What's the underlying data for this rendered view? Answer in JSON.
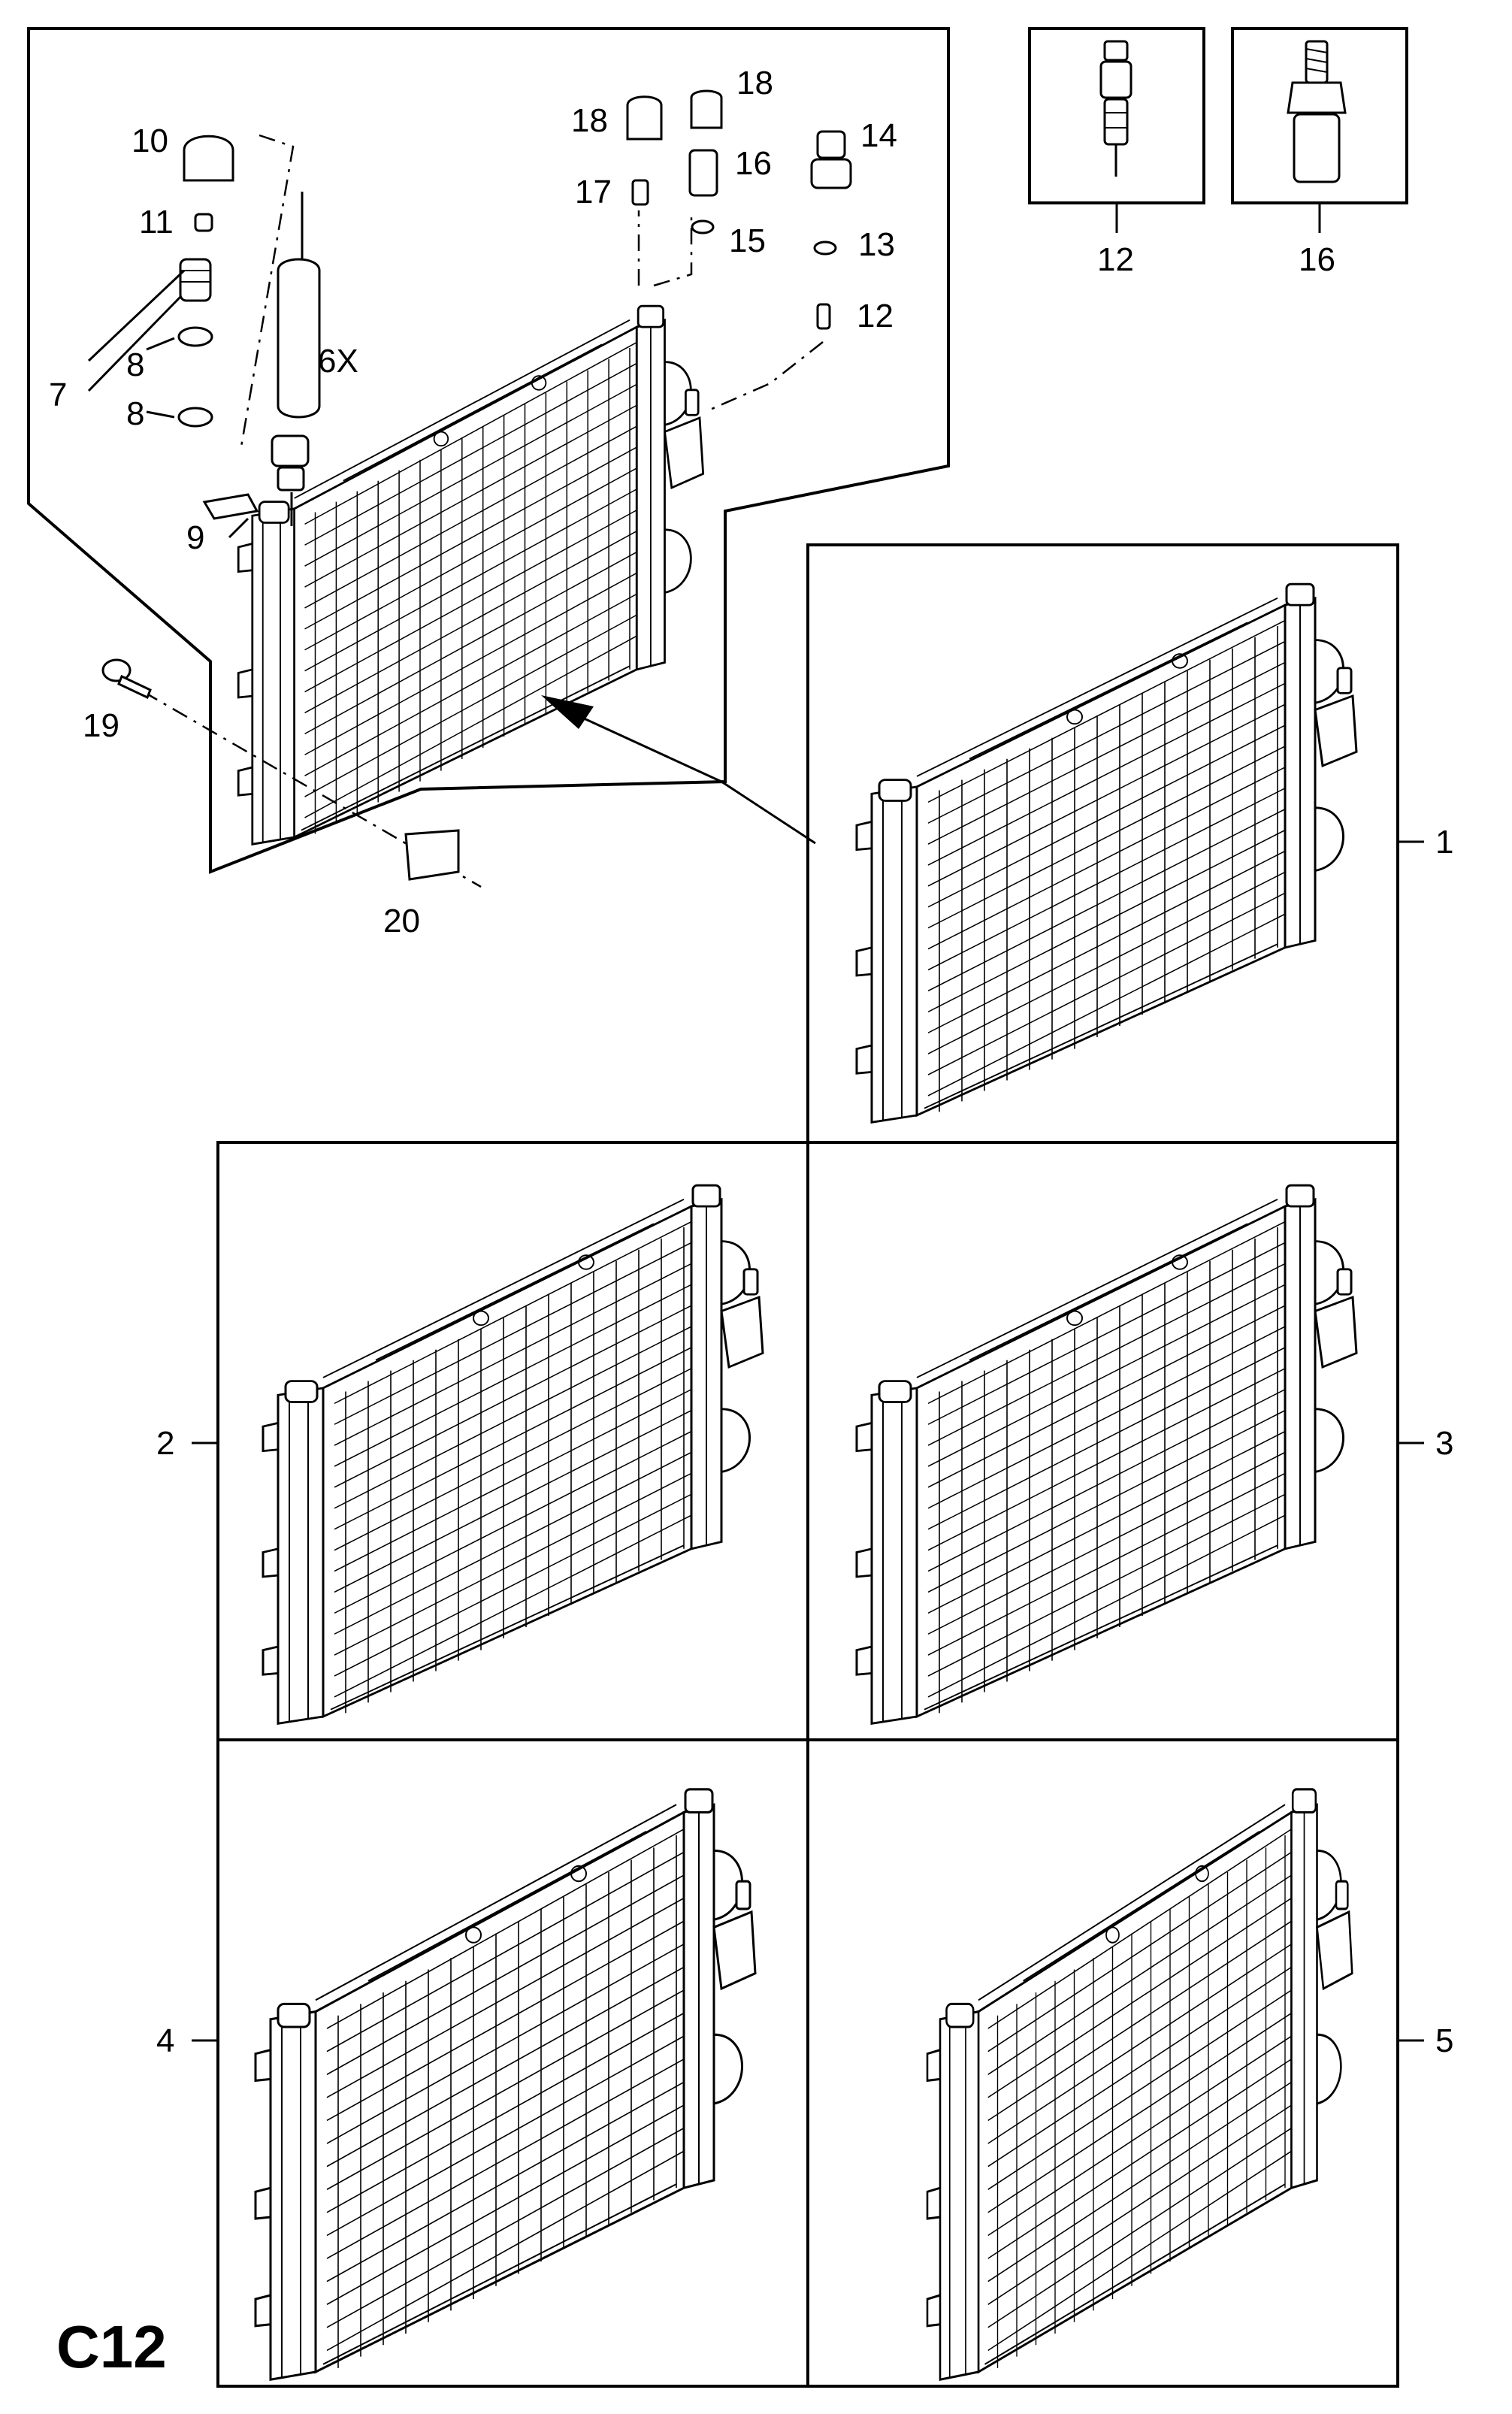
{
  "diagram": {
    "page_code": "C12",
    "callouts": {
      "c1": "1",
      "c2": "2",
      "c3": "3",
      "c4": "4",
      "c5": "5",
      "c6x": "6X",
      "c7": "7",
      "c8a": "8",
      "c8b": "8",
      "c9": "9",
      "c10": "10",
      "c11": "11",
      "c12a": "12",
      "c12b": "12",
      "c13": "13",
      "c14": "14",
      "c15": "15",
      "c16a": "16",
      "c16b": "16",
      "c17": "17",
      "c18a": "18",
      "c18b": "18",
      "c19": "19",
      "c20": "20"
    }
  }
}
